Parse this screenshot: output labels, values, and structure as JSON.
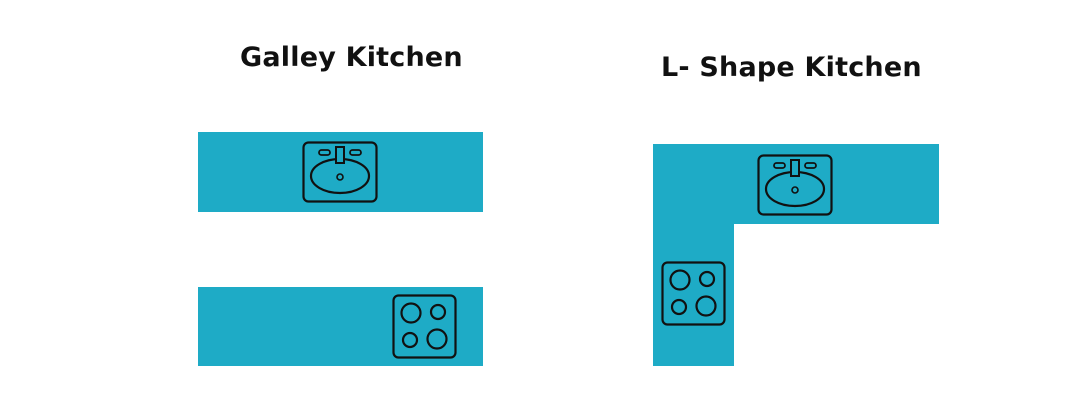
{
  "colors": {
    "counter": "#1eabc6",
    "outline": "#111111",
    "background": "#ffffff"
  },
  "layouts": [
    {
      "id": "galley",
      "title": "Galley Kitchen",
      "fixtures": [
        "sink-icon",
        "cooktop-icon"
      ]
    },
    {
      "id": "l-shape",
      "title": "L- Shape Kitchen",
      "fixtures": [
        "sink-icon",
        "cooktop-icon"
      ]
    }
  ]
}
